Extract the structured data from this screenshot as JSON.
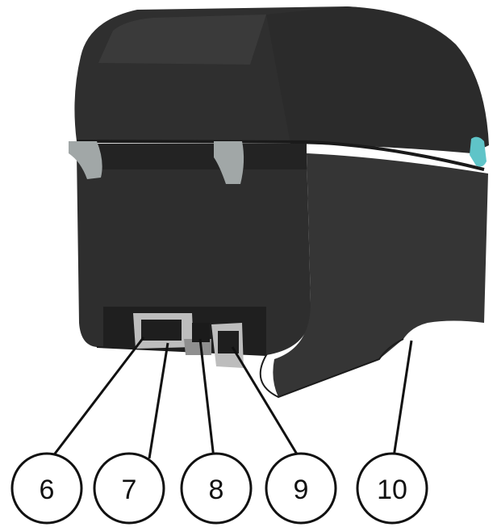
{
  "colors": {
    "body_dark": "#2b2b2b",
    "body_mid": "#333333",
    "body_light": "#3c3c3c",
    "edge_highlight": "#4a4a4a",
    "port_frame": "#bdbdbd",
    "port_hole": "#1e1e1e",
    "latch": "#9aa0a0",
    "accent_button": "#5fc4c8",
    "outline": "#111111"
  },
  "callouts": [
    {
      "label": "6",
      "part": "port-6"
    },
    {
      "label": "7",
      "part": "port-7"
    },
    {
      "label": "8",
      "part": "port-8"
    },
    {
      "label": "9",
      "part": "port-9"
    },
    {
      "label": "10",
      "part": "base-10"
    }
  ]
}
